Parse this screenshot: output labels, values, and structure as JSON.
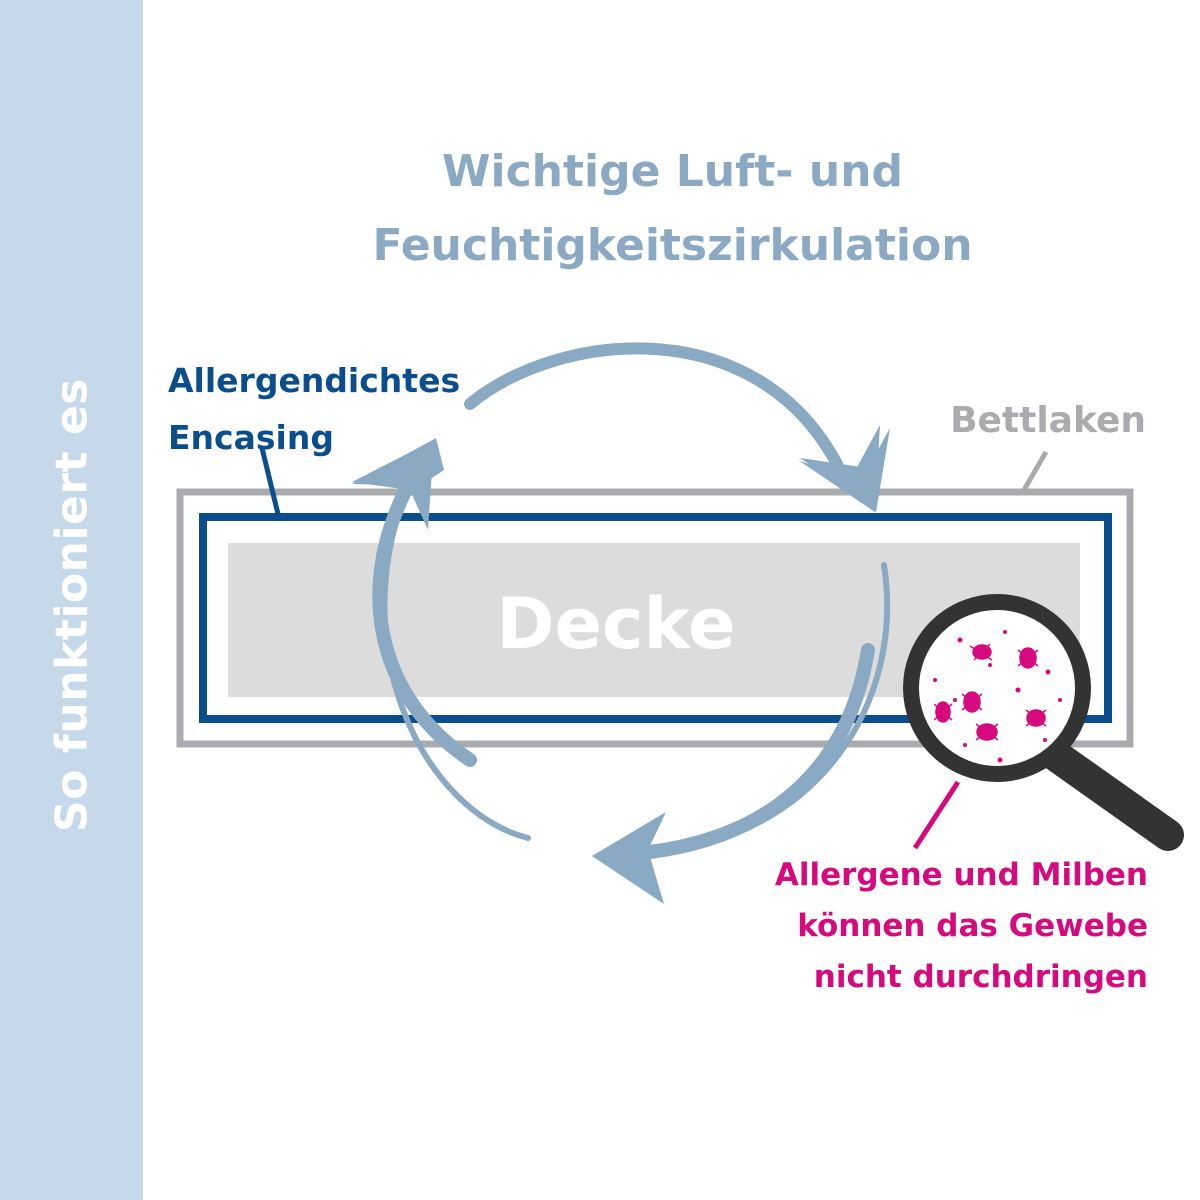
{
  "sidebar": {
    "text": "So funktioniert es",
    "color": "#c5d9ea"
  },
  "title": {
    "line1": "Wichtige Luft- und",
    "line2": "Feuchtigkeitszirkulation",
    "color": "#8ba9c2"
  },
  "labels": {
    "encasing": {
      "line1": "Allergendichtes",
      "line2": "Encasing",
      "color": "#0a4e8e"
    },
    "bettlaken": {
      "text": "Bettlaken",
      "color": "#a9abae"
    },
    "allergen": {
      "line1": "Allergene und Milben",
      "line2": "können das Gewebe",
      "line3": "nicht durchdringen",
      "color": "#d6097e"
    }
  },
  "blanket": {
    "text": "Decke"
  },
  "icons": [
    "circulation-arrows",
    "magnifier-icon",
    "mite-icon"
  ],
  "colors": {
    "arrow": "#8aa9c2",
    "encasing": "#0a4e8e",
    "sheet": "#a9abae",
    "blanket": "#dcdcdc",
    "magnifier": "#333333",
    "mites": "#d6097e"
  }
}
